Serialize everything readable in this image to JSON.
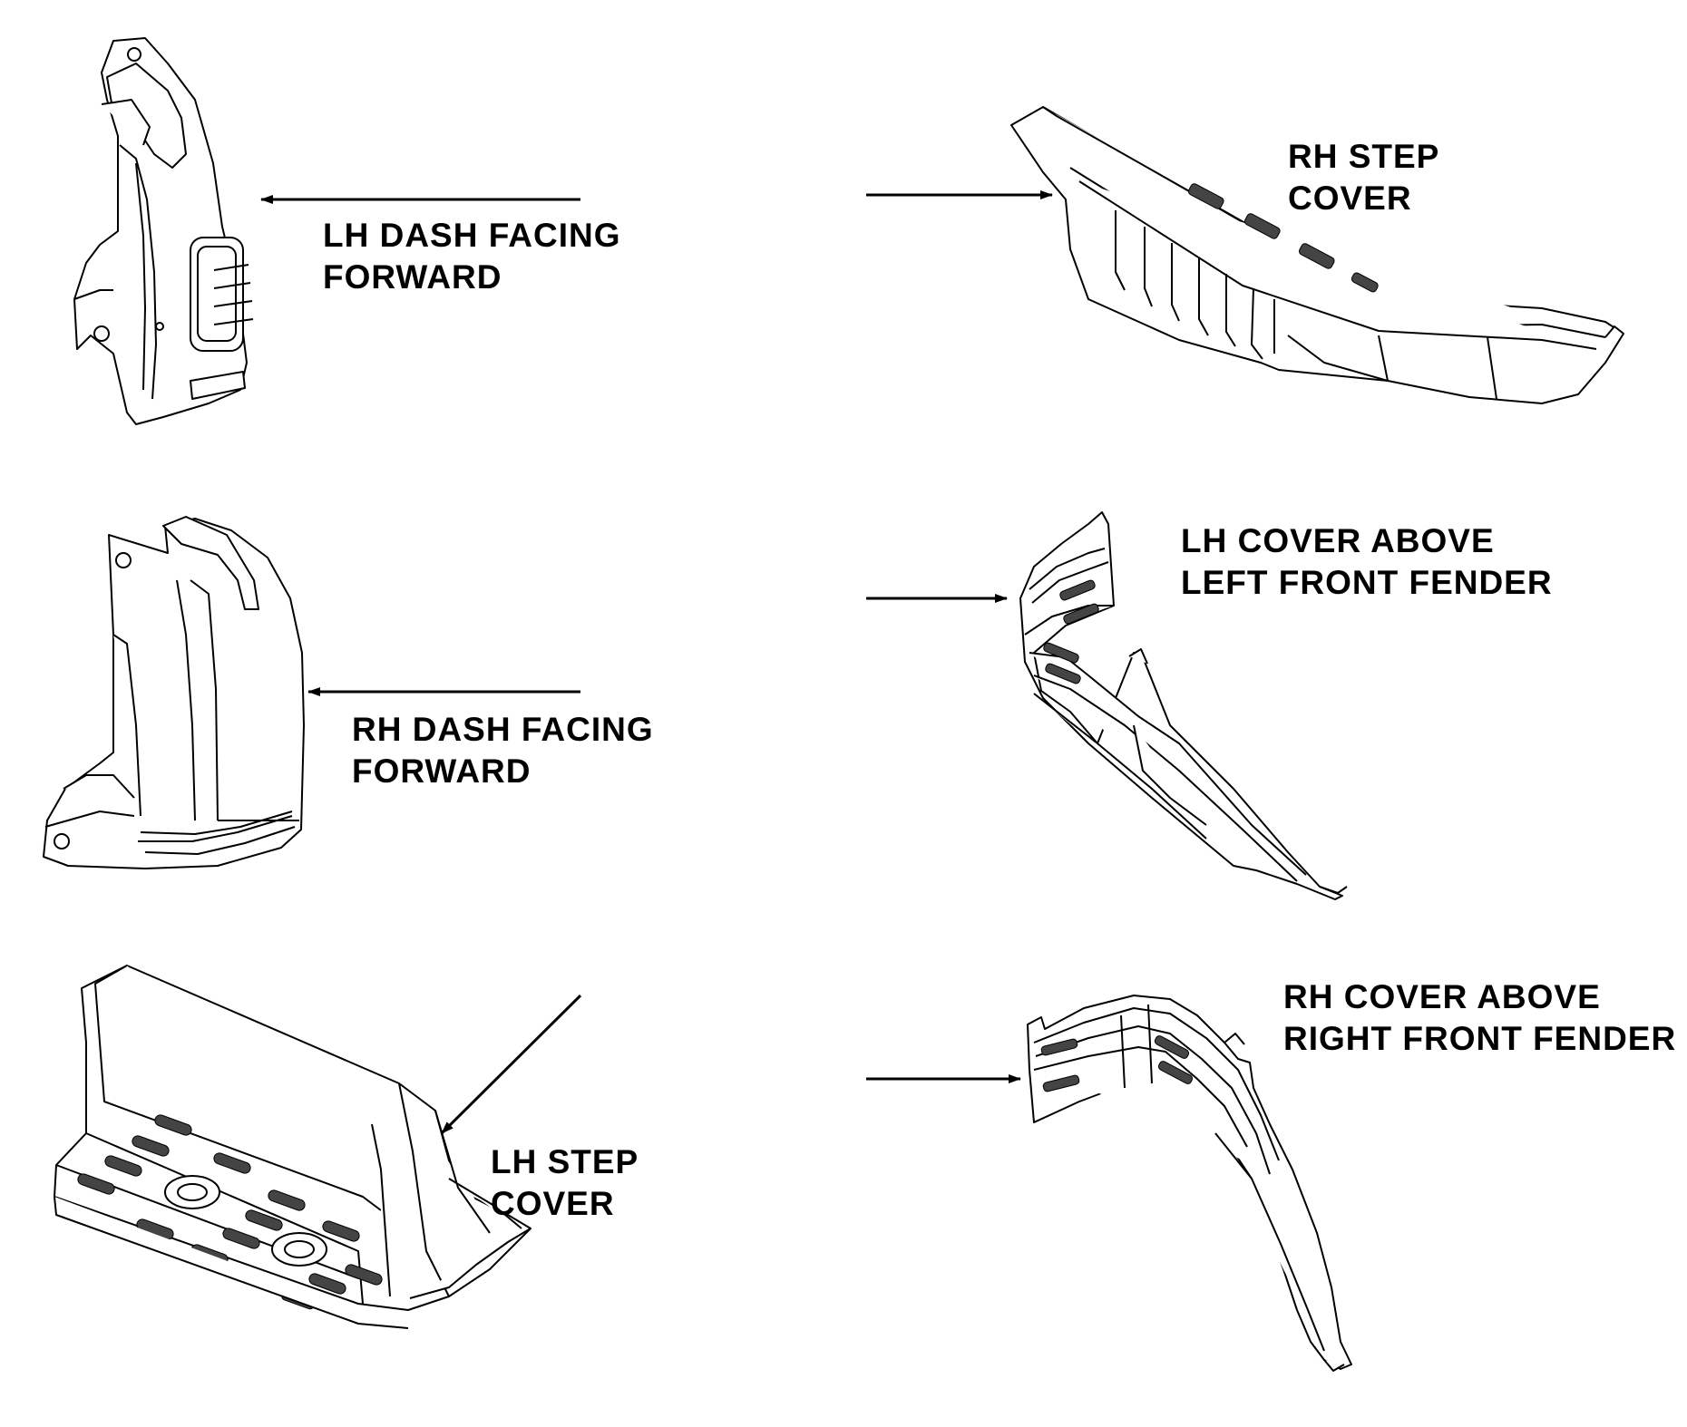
{
  "labels": {
    "lh_dash": [
      "LH DASH FACING",
      "FORWARD"
    ],
    "rh_dash": [
      "RH DASH FACING",
      "FORWARD"
    ],
    "lh_step": [
      "LH STEP",
      "COVER"
    ],
    "rh_step": [
      "RH STEP",
      "COVER"
    ],
    "lh_cover": [
      "LH COVER ABOVE",
      "LEFT FRONT FENDER"
    ],
    "rh_cover": [
      "RH COVER ABOVE",
      "RIGHT FRONT FENDER"
    ]
  },
  "colors": {
    "line": "#000000",
    "background": "#ffffff",
    "part_fill": "#ffffff"
  }
}
